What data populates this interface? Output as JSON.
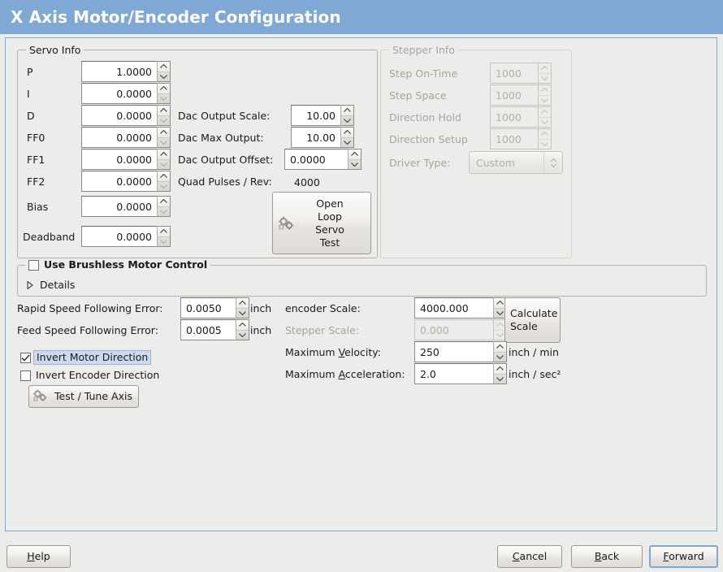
{
  "window": {
    "title": "X Axis Motor/Encoder Configuration",
    "title_bg": "#7fa8d4",
    "title_fg": "#ffffff",
    "frame_border": "#7fa8d4",
    "bg": "#ececeb"
  },
  "servo_info": {
    "legend": "Servo Info",
    "pid_rows": [
      {
        "label": "P",
        "value": "1.0000"
      },
      {
        "label": "I",
        "value": "0.0000"
      },
      {
        "label": "D",
        "value": "0.0000"
      },
      {
        "label": "FF0",
        "value": "0.0000"
      },
      {
        "label": "FF1",
        "value": "0.0000"
      },
      {
        "label": "FF2",
        "value": "0.0000"
      },
      {
        "label": "Bias",
        "value": "0.0000"
      },
      {
        "label": "Deadband",
        "value": "0.0000"
      }
    ],
    "dac_rows": [
      {
        "label": "Dac Output Scale:",
        "value": "10.00"
      },
      {
        "label": "Dac Max Output:",
        "value": "10.00"
      },
      {
        "label": "Dac Output Offset:",
        "value": "0.0000"
      }
    ],
    "quad_pulses_label": "Quad Pulses / Rev:",
    "quad_pulses_value": "4000",
    "open_loop_button": {
      "line1": "Open",
      "line2": "Loop",
      "line3": "Servo",
      "line4": "Test",
      "icon": "gears-icon"
    }
  },
  "stepper_info": {
    "legend": "Stepper Info",
    "enabled": false,
    "rows": [
      {
        "label": "Step On-Time",
        "value": "1000"
      },
      {
        "label": "Step Space",
        "value": "1000"
      },
      {
        "label": "Direction Hold",
        "value": "1000"
      },
      {
        "label": "Direction Setup",
        "value": "1000"
      }
    ],
    "driver_type_label": "Driver Type:",
    "driver_type_value": "Custom"
  },
  "brushless": {
    "checkbox_label": "Use Brushless Motor Control",
    "checked": false,
    "details_label": "Details",
    "details_expanded": false
  },
  "errors": {
    "rapid_label": "Rapid Speed Following Error:",
    "rapid_value": "0.0050",
    "rapid_unit": "inch",
    "feed_label": "Feed Speed Following Error:",
    "feed_value": "0.0005",
    "feed_unit": "inch"
  },
  "invert": {
    "motor_label": "Invert Motor Direction",
    "motor_checked": true,
    "motor_focused": true,
    "encoder_label": "Invert Encoder Direction",
    "encoder_checked": false
  },
  "test_tune_button": {
    "label": "Test / Tune Axis",
    "icon": "gears-icon"
  },
  "scales": {
    "encoder_label": "encoder Scale:",
    "encoder_value": "4000.000",
    "stepper_label": "Stepper Scale:",
    "stepper_value": "0.000",
    "stepper_enabled": false,
    "calculate_button_line1": "Calculate",
    "calculate_button_line2": "Scale",
    "max_velocity_label_pre": "Maximum ",
    "max_velocity_label_mnemonic": "V",
    "max_velocity_label_post": "elocity:",
    "max_velocity_value": "250",
    "max_velocity_unit": "inch / min",
    "max_accel_label_pre": "Maximum ",
    "max_accel_label_mnemonic": "A",
    "max_accel_label_post": "cceleration:",
    "max_accel_value": "2.0",
    "max_accel_unit": "inch / sec²"
  },
  "footer": {
    "help_pre": "",
    "help_mnemonic": "H",
    "help_post": "elp",
    "cancel_pre": "",
    "cancel_mnemonic": "C",
    "cancel_post": "ancel",
    "back_pre": "",
    "back_mnemonic": "B",
    "back_post": "ack",
    "forward_pre": "",
    "forward_mnemonic": "F",
    "forward_post": "orward"
  }
}
